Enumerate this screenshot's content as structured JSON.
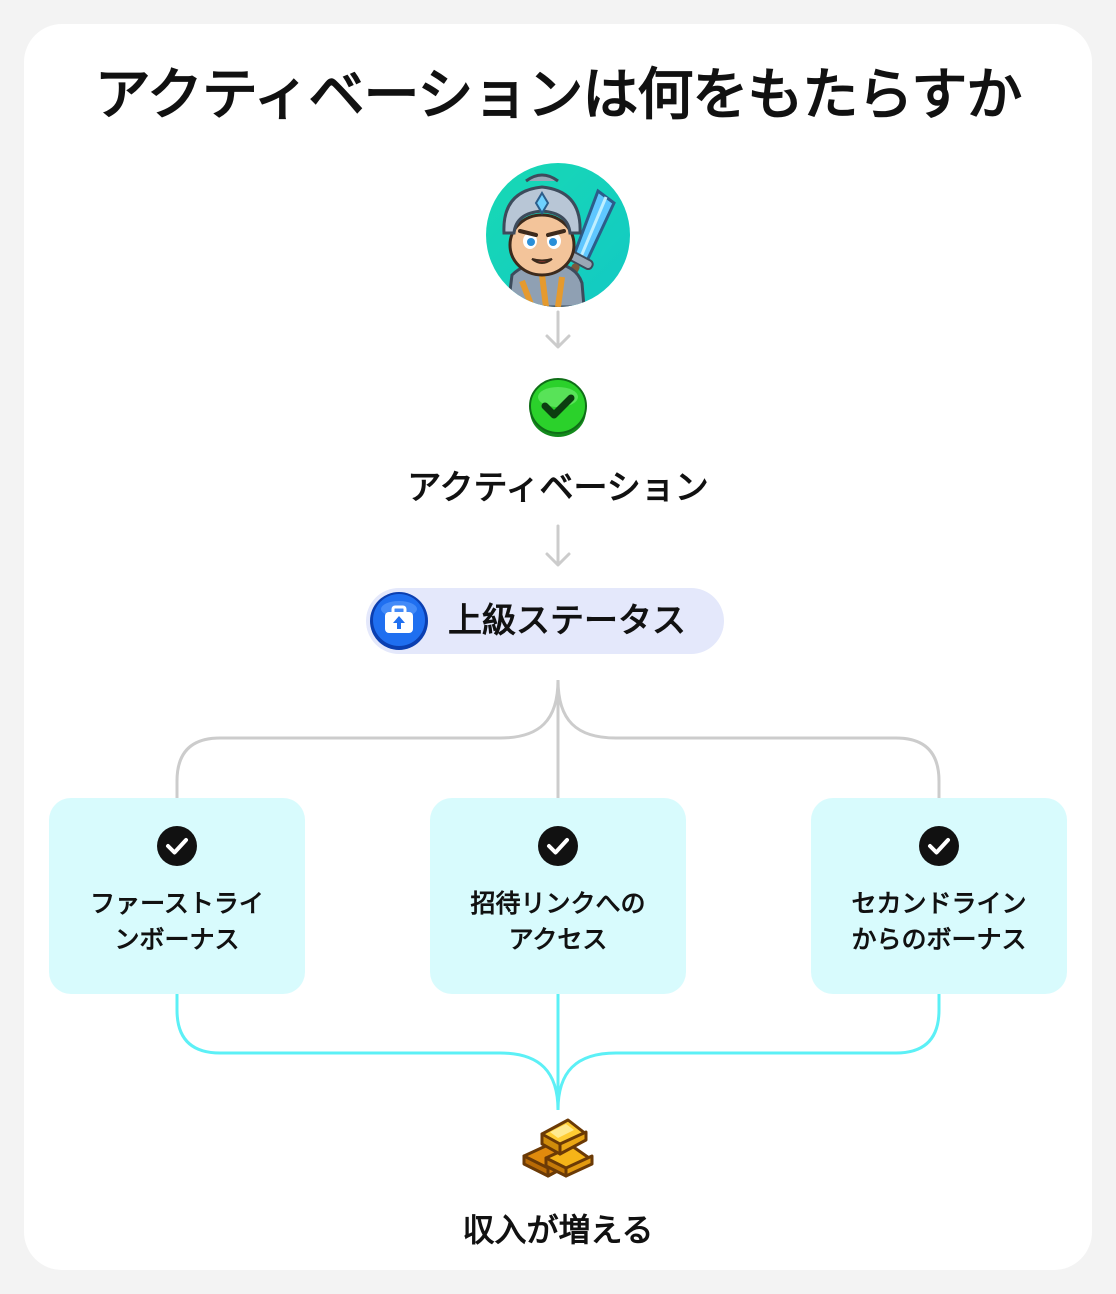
{
  "title": "アクティベーションは何をもたらすか",
  "activation": {
    "label": "アクティベーション"
  },
  "status": {
    "label": "上級ステータス"
  },
  "benefits": [
    {
      "label": "ファーストライ\nンボーナス"
    },
    {
      "label": "招待リンクへの\nアクセス"
    },
    {
      "label": "セカンドライン\nからのボーナス"
    }
  ],
  "result": {
    "label": "収入が増える"
  },
  "colors": {
    "card_bg": "#ffffff",
    "page_bg": "#f3f3f3",
    "connector_gray": "#cccccc",
    "connector_cyan": "#5cf0f6",
    "benefit_bg": "#d8fbfd",
    "pill_bg": "#e4e8fb",
    "check_green": "#2bd12b",
    "status_blue": "#1f6ff0",
    "gold": "#f5b418"
  },
  "icons": {
    "avatar": "knight-avatar-icon",
    "activation": "green-check-icon",
    "status": "briefcase-upgrade-icon",
    "benefit": "black-check-icon",
    "result": "gold-bars-icon"
  }
}
